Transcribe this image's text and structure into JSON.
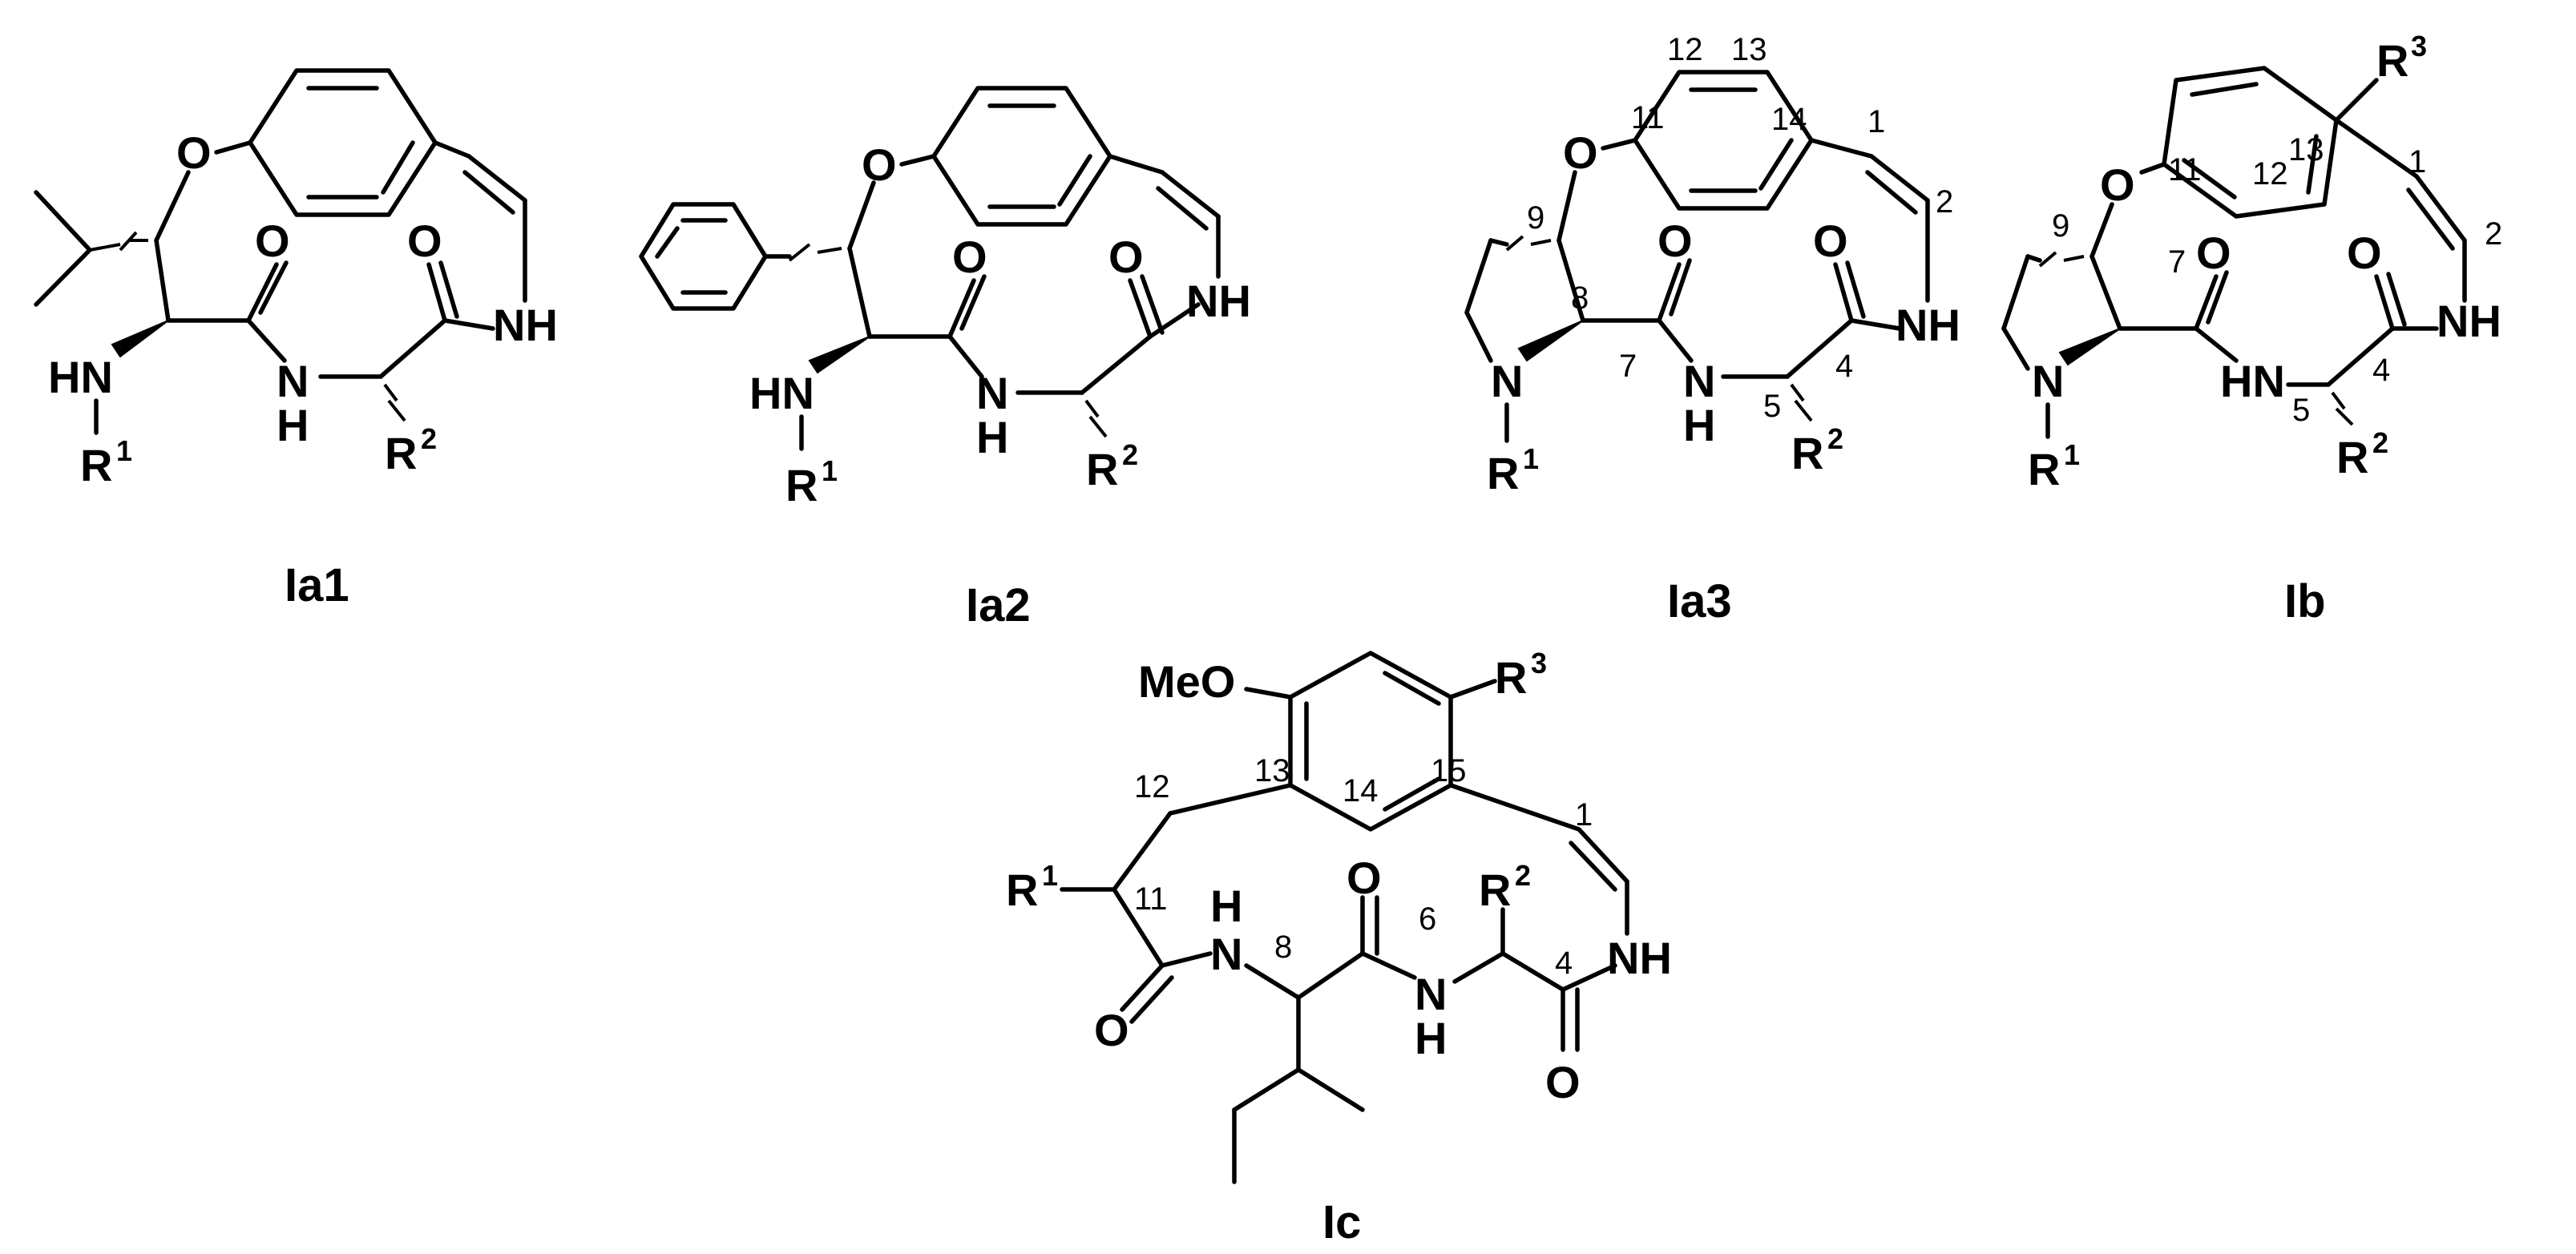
{
  "compounds": [
    {
      "id": "Ia1",
      "label": "Ia1"
    },
    {
      "id": "Ia2",
      "label": "Ia2"
    },
    {
      "id": "Ia3",
      "label": "Ia3"
    },
    {
      "id": "Ib",
      "label": "Ib"
    },
    {
      "id": "Ic",
      "label": "Ic"
    }
  ],
  "atoms": {
    "O": "O",
    "NH": "NH",
    "HN": "HN",
    "N": "N",
    "H": "H",
    "R": "R",
    "MeO": "MeO",
    "sup1": "1",
    "sup2": "2",
    "sup3": "3"
  },
  "numbers": {
    "n1": "1",
    "n2": "2",
    "n4": "4",
    "n5": "5",
    "n6": "6",
    "n7": "7",
    "n8": "8",
    "n9": "9",
    "n11": "11",
    "n12": "12",
    "n13": "13",
    "n14": "14",
    "n15": "15"
  },
  "colors": {
    "ink": "#000000",
    "background": "#ffffff"
  }
}
